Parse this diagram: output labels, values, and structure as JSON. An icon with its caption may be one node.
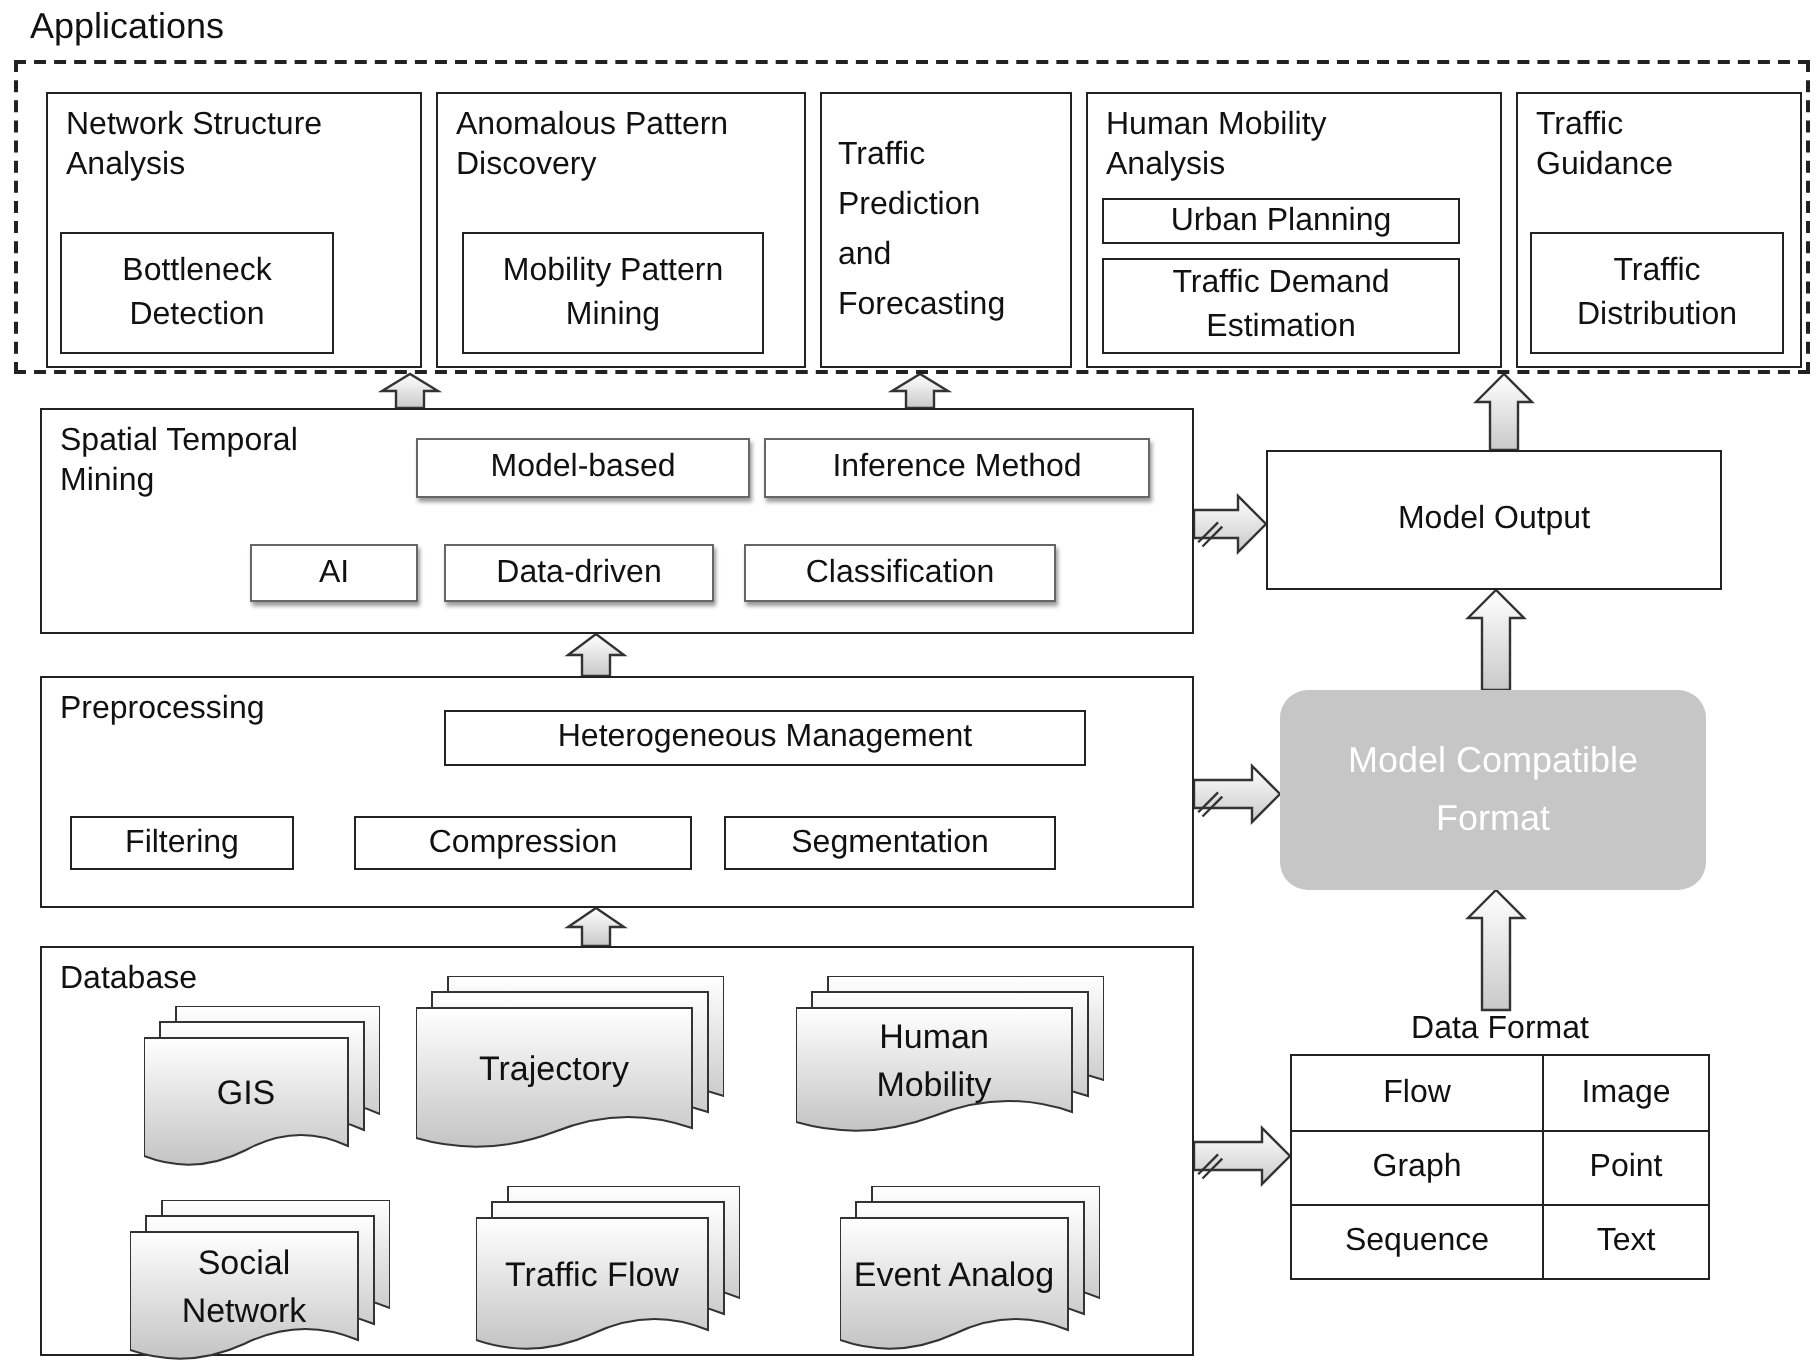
{
  "diagram": {
    "nodes": [
      {
        "text": [
          "Applications"
        ]
      },
      {
        "text": [
          "Network Structure Analysis"
        ],
        "in": 0
      },
      {
        "text": [
          "Bottleneck Detection"
        ],
        "in": 1
      },
      {
        "text": [
          "Anomalous Pattern Discovery"
        ],
        "in": 0
      },
      {
        "text": [
          "Mobility Pattern Mining"
        ],
        "in": 3
      },
      {
        "text": [
          "Traffic Prediction and Forecasting"
        ],
        "in": 0
      },
      {
        "text": [
          "Human Mobility Analysis"
        ],
        "in": 0
      },
      {
        "text": [
          "Urban Planning"
        ],
        "in": 6
      },
      {
        "text": [
          "Traffic Demand Estimation"
        ],
        "in": 6
      },
      {
        "text": [
          "Traffic Guidance"
        ],
        "in": 0
      },
      {
        "text": [
          "Traffic Distribution"
        ],
        "in": 9
      },
      {
        "text": [
          "Spatial Temporal Mining"
        ]
      },
      {
        "text": [
          "Model-based"
        ],
        "in": 11
      },
      {
        "text": [
          "Inference Method"
        ],
        "in": 11
      },
      {
        "text": [
          "AI"
        ],
        "in": 11
      },
      {
        "text": [
          "Data-driven"
        ],
        "in": 11
      },
      {
        "text": [
          "Classification"
        ],
        "in": 11
      },
      {
        "text": [
          "Model Output"
        ]
      },
      {
        "text": [
          "Preprocessing"
        ]
      },
      {
        "text": [
          "Heterogeneous Management"
        ],
        "in": 18
      },
      {
        "text": [
          "Filtering"
        ],
        "in": 18
      },
      {
        "text": [
          "Compression"
        ],
        "in": 18
      },
      {
        "text": [
          "Segmentation"
        ],
        "in": 18
      },
      {
        "text": [
          "Model Compatible Format"
        ]
      },
      {
        "text": [
          "Database"
        ]
      },
      {
        "text": [
          "GIS"
        ],
        "in": 24
      },
      {
        "text": [
          "Trajectory"
        ],
        "in": 24
      },
      {
        "text": [
          "Human Mobility"
        ],
        "in": 24
      },
      {
        "text": [
          "Social Network"
        ],
        "in": 24
      },
      {
        "text": [
          "Traffic Flow"
        ],
        "in": 24
      },
      {
        "text": [
          "Event Analog"
        ],
        "in": 24
      },
      {
        "text": [
          "Data Format",
          "Flow",
          "Image",
          "Graph",
          "Point",
          "Sequence",
          "Text"
        ]
      }
    ],
    "edges": [
      {
        "from": 11,
        "to": 0,
        "arrow": "to"
      },
      {
        "from": 11,
        "to": 0,
        "arrow": "to"
      },
      {
        "from": 17,
        "to": 0,
        "arrow": "to"
      },
      {
        "from": 18,
        "to": 11,
        "arrow": "to"
      },
      {
        "from": 24,
        "to": 18,
        "arrow": "to"
      },
      {
        "from": 23,
        "to": 17,
        "arrow": "to"
      },
      {
        "from": 31,
        "to": 23,
        "arrow": "to"
      },
      {
        "from": 11,
        "to": 17,
        "arrow": "to"
      },
      {
        "from": 18,
        "to": 23,
        "arrow": "to"
      },
      {
        "from": 24,
        "to": 31,
        "arrow": "to"
      }
    ]
  }
}
